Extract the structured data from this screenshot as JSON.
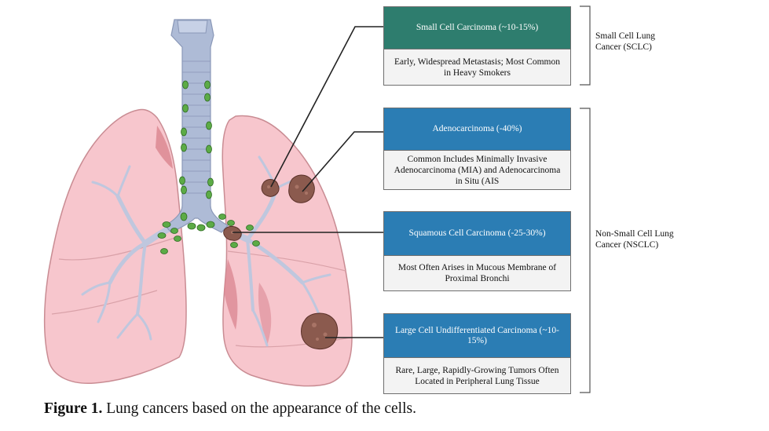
{
  "colors": {
    "sclc_header": "#2e7d6e",
    "nsclc_header": "#2b7db4",
    "lung_fill": "#f7c6cd",
    "lung_outline": "#c98c93",
    "trachea": "#aebbd6",
    "lymph_node": "#5cab46",
    "tumor": "#8b5a4e"
  },
  "boxes": [
    {
      "header": "Small Cell Carcinoma (~10-15%)",
      "body": "Early, Widespread Metastasis; Most Common in Heavy Smokers"
    },
    {
      "header": "Adenocarcinoma (-40%)",
      "body": "Common Includes Minimally Invasive Adenocarcinoma (MIA) and Adenocarcinoma in Situ (AIS"
    },
    {
      "header": "Squamous Cell Carcinoma (-25-30%)",
      "body": "Most Often Arises in Mucous Membrane of Proximal Bronchi"
    },
    {
      "header": "Large Cell Undifferentiated Carcinoma (~10-15%)",
      "body": "Rare, Large, Rapidly-Growing Tumors Often Located in Peripheral Lung Tissue"
    }
  ],
  "groups": [
    {
      "label": "Small Cell Lung Cancer (SCLC)"
    },
    {
      "label": "Non-Small Cell Lung Cancer (NSCLC)"
    }
  ],
  "caption": {
    "prefix": "Figure 1.",
    "text": " Lung cancers based on the appearance of the cells."
  }
}
